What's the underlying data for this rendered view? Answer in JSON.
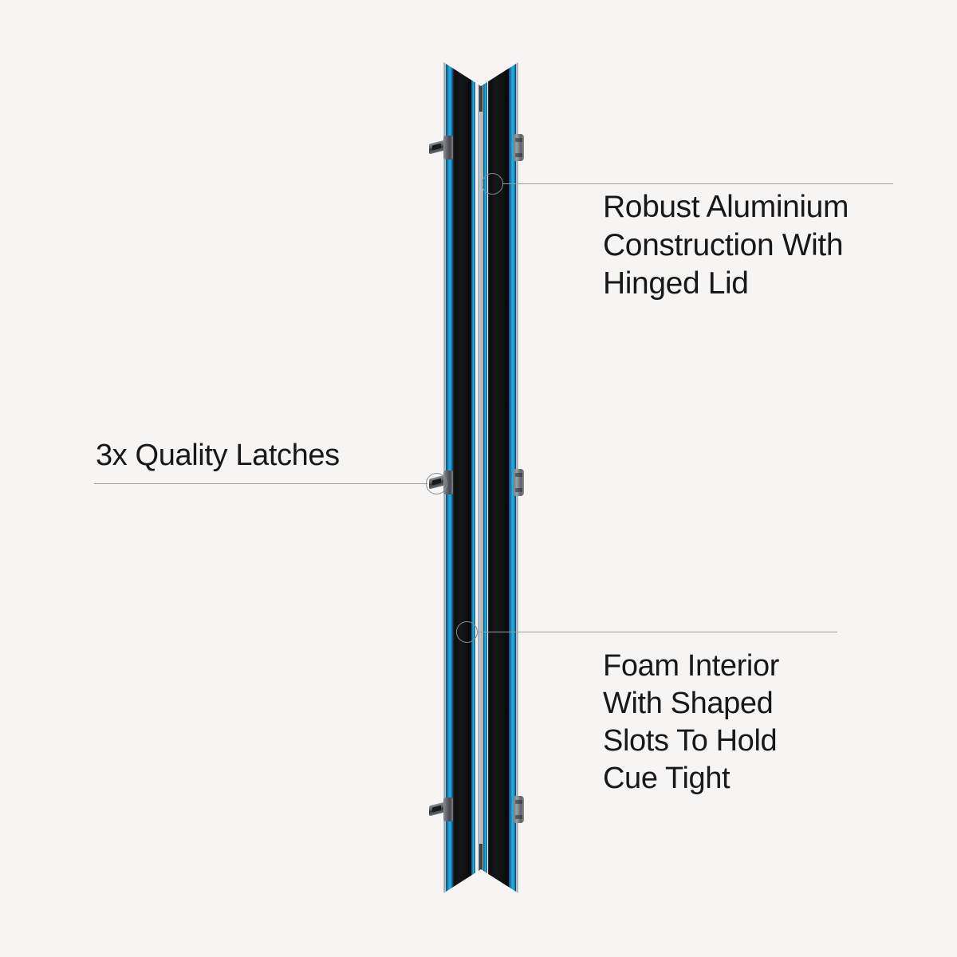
{
  "background_color": "#f6f5f4",
  "product": {
    "name": "aluminium-cue-case",
    "colors": {
      "body_black": "#101113",
      "accent_blue": "#27b3ea",
      "accent_blue_dark": "#0d4f73",
      "hardware_silver": "#8b9095"
    },
    "hardware": {
      "latch_count": 3,
      "hinge_count": 3
    }
  },
  "callouts": [
    {
      "id": "robust-aluminium",
      "side": "right",
      "lines": [
        "Robust Aluminium",
        "Construction With",
        "Hinged Lid"
      ]
    },
    {
      "id": "quality-latches",
      "side": "left",
      "lines": [
        "3x Quality Latches"
      ]
    },
    {
      "id": "foam-interior",
      "side": "right",
      "lines": [
        "Foam Interior",
        "With Shaped",
        "Slots To Hold",
        "Cue Tight"
      ]
    }
  ]
}
